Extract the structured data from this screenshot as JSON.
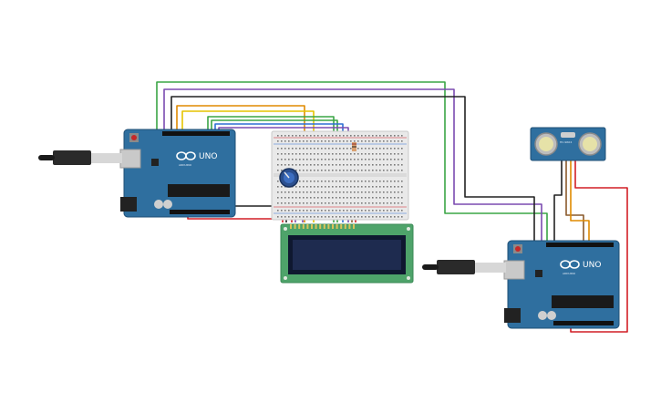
{
  "boards": [
    {
      "brand": "ARDUINO",
      "model": "UNO"
    },
    {
      "brand": "ARDUINO",
      "model": "UNO"
    }
  ],
  "sensor": {
    "label": "HC-SR04"
  },
  "colors": {
    "board": "#2f6f9f",
    "board_edge": "#1f4f76",
    "breadboard": "#e9e9e9",
    "lcd_pcb": "#4ea36a",
    "lcd_screen": "#1e2b4f",
    "wire_green": "#3aa545",
    "wire_purple": "#7b4bb0",
    "wire_black": "#222222",
    "wire_yellow": "#e5c400",
    "wire_orange": "#e08a00",
    "wire_red": "#d21f26",
    "wire_blue": "#2d6fd3",
    "wire_brown": "#8a5a2b"
  },
  "icons": [
    "usb-cable-icon",
    "potentiometer-icon",
    "reset-button-icon",
    "infinity-logo-icon"
  ]
}
